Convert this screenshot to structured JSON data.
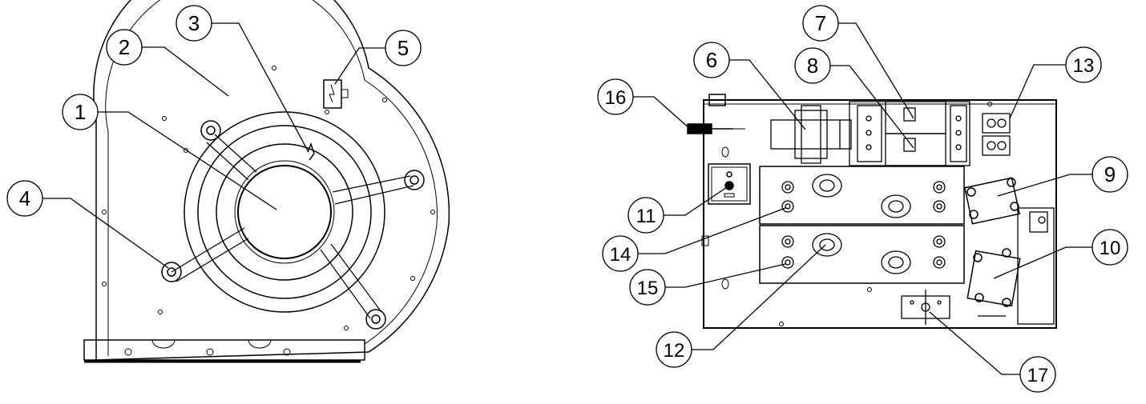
{
  "callouts": [
    {
      "label": "1"
    },
    {
      "label": "2"
    },
    {
      "label": "3"
    },
    {
      "label": "4"
    },
    {
      "label": "5"
    },
    {
      "label": "6"
    },
    {
      "label": "7"
    },
    {
      "label": "8"
    },
    {
      "label": "9"
    },
    {
      "label": "10"
    },
    {
      "label": "11"
    },
    {
      "label": "12"
    },
    {
      "label": "13"
    },
    {
      "label": "14"
    },
    {
      "label": "15"
    },
    {
      "label": "16"
    },
    {
      "label": "17"
    }
  ],
  "line_color": "#000000",
  "background": "#ffffff"
}
